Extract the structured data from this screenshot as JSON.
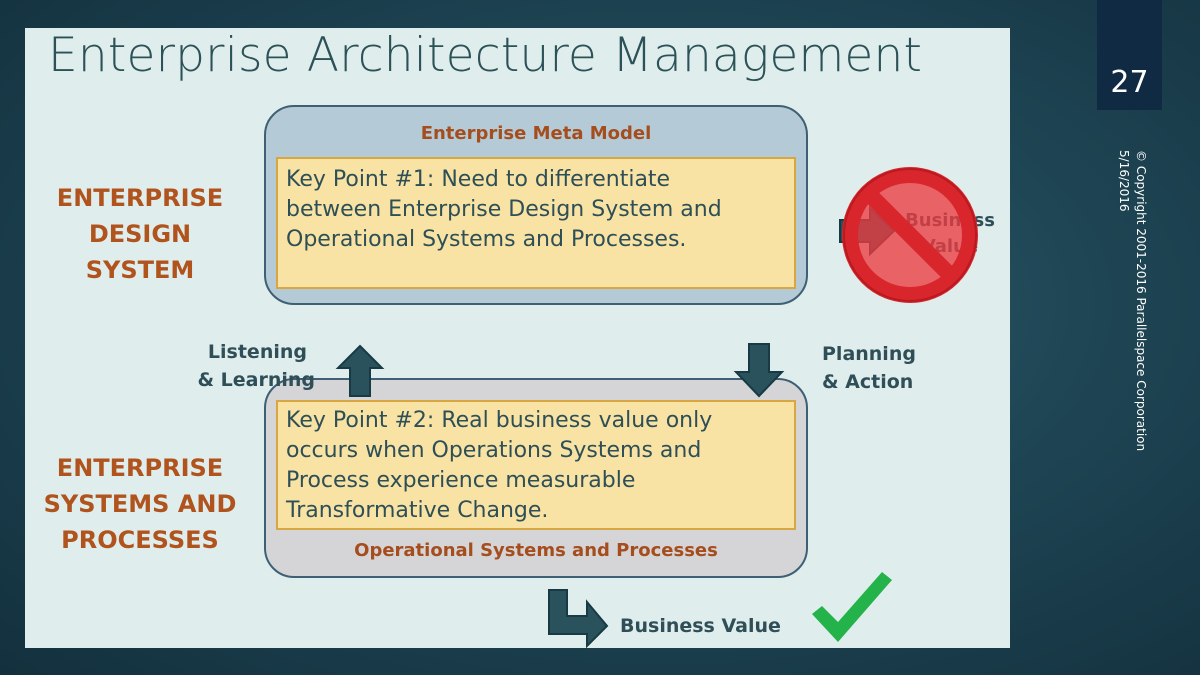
{
  "slide": {
    "title": "Enterprise Architecture Management",
    "number": "27",
    "copyright": "© Copyright 2001-2016 Parallelspace Corporation",
    "date": "5/16/2016"
  },
  "left_labels": {
    "design_system": [
      "ENTERPRISE",
      "DESIGN",
      "SYSTEM"
    ],
    "systems_processes": [
      "ENTERPRISE",
      "SYSTEMS AND",
      "PROCESSES"
    ]
  },
  "top_box": {
    "caption": "Enterprise Meta Model",
    "key_point": [
      "Key Point #1:  Need to differentiate",
      "between Enterprise Design System and",
      "Operational Systems and Processes."
    ]
  },
  "bottom_box": {
    "caption": "Operational Systems and Processes",
    "key_point": [
      "Key Point #2: Real business value only",
      "occurs when Operations Systems and",
      "Process experience measurable",
      "Transformative Change."
    ]
  },
  "flows": {
    "listening": [
      "Listening",
      "& Learning"
    ],
    "planning": [
      "Planning",
      "& Action"
    ]
  },
  "business_value_top": [
    "Business",
    "Value"
  ],
  "business_value_bottom": "Business Value",
  "colors": {
    "accent_orange": "#b0531d",
    "arrow_teal": "#2a525c",
    "no_sign_red": "#e8353b",
    "check_green": "#24b24b"
  }
}
